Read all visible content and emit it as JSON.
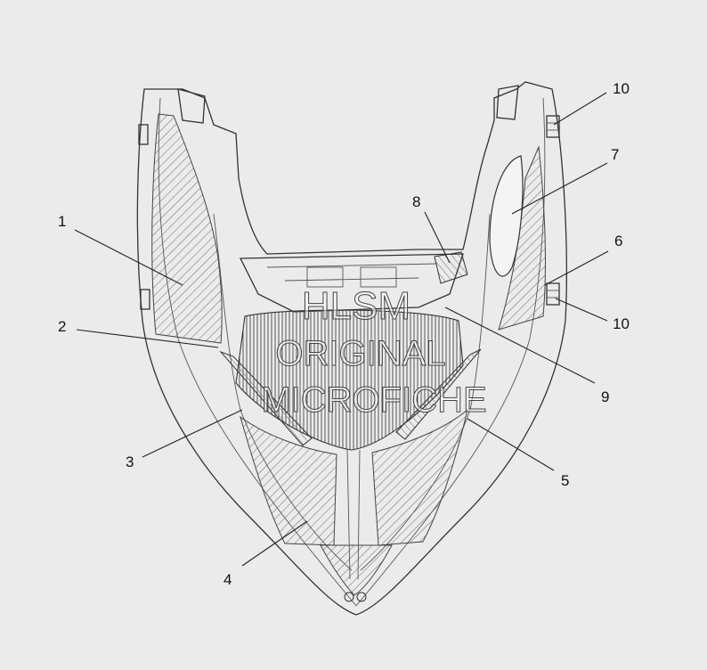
{
  "diagram": {
    "colors": {
      "background": "#ebebeb",
      "line": "#333333",
      "hatch": "#6a6a6a"
    },
    "callouts": [
      {
        "id": "c1",
        "label": "1"
      },
      {
        "id": "c2",
        "label": "2"
      },
      {
        "id": "c3",
        "label": "3"
      },
      {
        "id": "c4",
        "label": "4"
      },
      {
        "id": "c5",
        "label": "5"
      },
      {
        "id": "c6",
        "label": "6"
      },
      {
        "id": "c7",
        "label": "7"
      },
      {
        "id": "c8",
        "label": "8"
      },
      {
        "id": "c9",
        "label": "9"
      },
      {
        "id": "c10a",
        "label": "10"
      },
      {
        "id": "c10b",
        "label": "10"
      }
    ],
    "watermark": {
      "line1": "HLSM",
      "line2": "ORIGINAL",
      "line3": "MICROFICHE"
    }
  }
}
